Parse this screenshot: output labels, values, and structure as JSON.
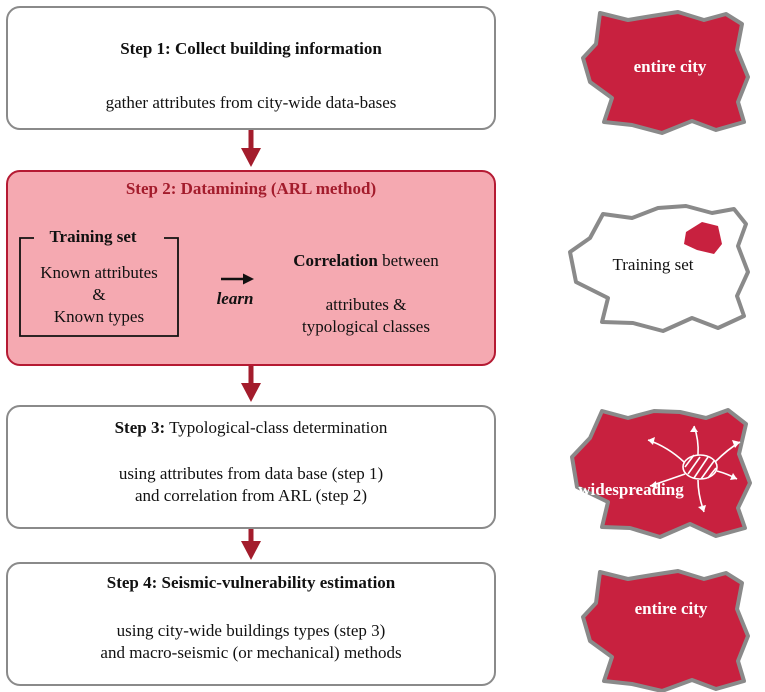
{
  "step1": {
    "title": "Step 1: Collect building information",
    "desc": "gather attributes from city-wide data-bases"
  },
  "step2": {
    "title": "Step 2: Datamining (ARL method)",
    "training_label": "Training set",
    "training_lines": [
      "Known attributes",
      "&",
      "Known types"
    ],
    "learn": "learn",
    "correlation_bold": "Correlation",
    "correlation_rest": " between",
    "correlation_lines": [
      "attributes &",
      "typological classes"
    ]
  },
  "step3": {
    "title_bold": "Step 3:",
    "title_rest": " Typological-class determination",
    "lines": [
      "using attributes from data base (step 1)",
      "and correlation from ARL (step 2)"
    ]
  },
  "step4": {
    "title": "Step 4: Seismic-vulnerability estimation",
    "lines": [
      "using city-wide buildings types (step 3)",
      "and macro-seismic (or mechanical) methods"
    ]
  },
  "maps": {
    "map1": "entire city",
    "map2": "Training set",
    "map3": "widespreading",
    "map4": "entire city"
  },
  "colors": {
    "crimson": "#c8213f",
    "dark_red": "#a31c2c",
    "highlight_fill": "#f5a9b1",
    "outline_gray": "#8a8a8a"
  }
}
